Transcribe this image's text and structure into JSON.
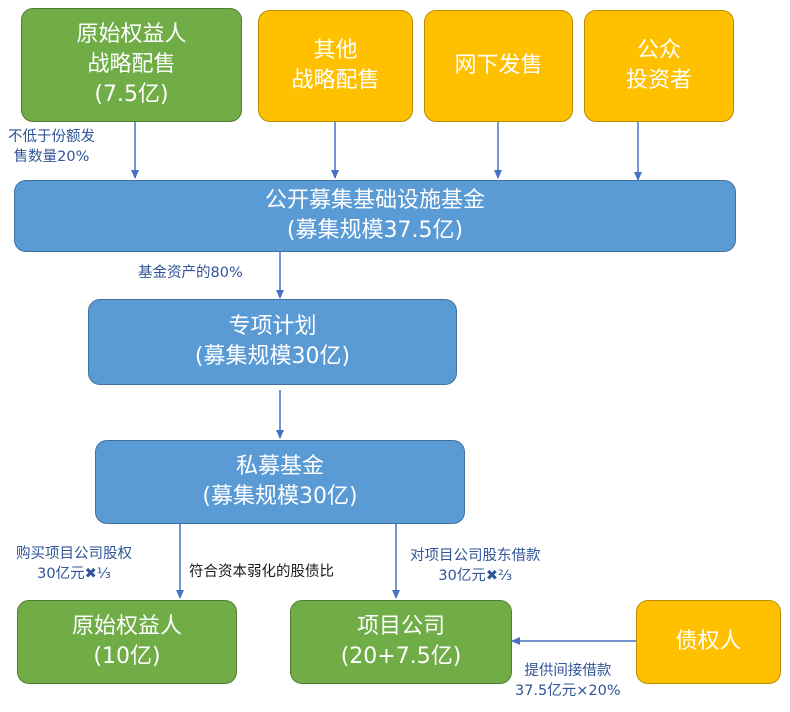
{
  "nodes": {
    "original_strategic": {
      "line1": "原始权益人",
      "line2": "战略配售",
      "line3": "(7.5亿)"
    },
    "other_strategic": {
      "line1": "其他",
      "line2": "战略配售"
    },
    "offline": {
      "line1": "网下发售"
    },
    "public_investors": {
      "line1": "公众",
      "line2": "投资者"
    },
    "public_fund": {
      "line1": "公开募集基础设施基金",
      "line2": "(募集规模37.5亿)"
    },
    "special_plan": {
      "line1": "专项计划",
      "line2": "(募集规模30亿)"
    },
    "private_fund": {
      "line1": "私募基金",
      "line2": "(募集规模30亿)"
    },
    "original_owner": {
      "line1": "原始权益人",
      "line2": "(10亿)"
    },
    "project_company": {
      "line1": "项目公司",
      "line2": "(20+7.5亿)"
    },
    "creditor": {
      "line1": "债权人"
    }
  },
  "labels": {
    "min_share": {
      "line1": "不低于份额发",
      "line2": "售数量20%"
    },
    "fund_assets": "基金资产的80%",
    "buy_equity": {
      "line1": "购买项目公司股权",
      "line2": "30亿元✖⅓"
    },
    "debt_ratio": "符合资本弱化的股债比",
    "shareholder_loan": {
      "line1": "对项目公司股东借款",
      "line2": "30亿元✖⅔"
    },
    "indirect_loan": {
      "line1": "提供间接借款",
      "line2": "37.5亿元×20%"
    }
  },
  "colors": {
    "green": "#70ad47",
    "orange": "#ffc000",
    "blue": "#5b9bd5",
    "arrow": "#4472c4"
  }
}
